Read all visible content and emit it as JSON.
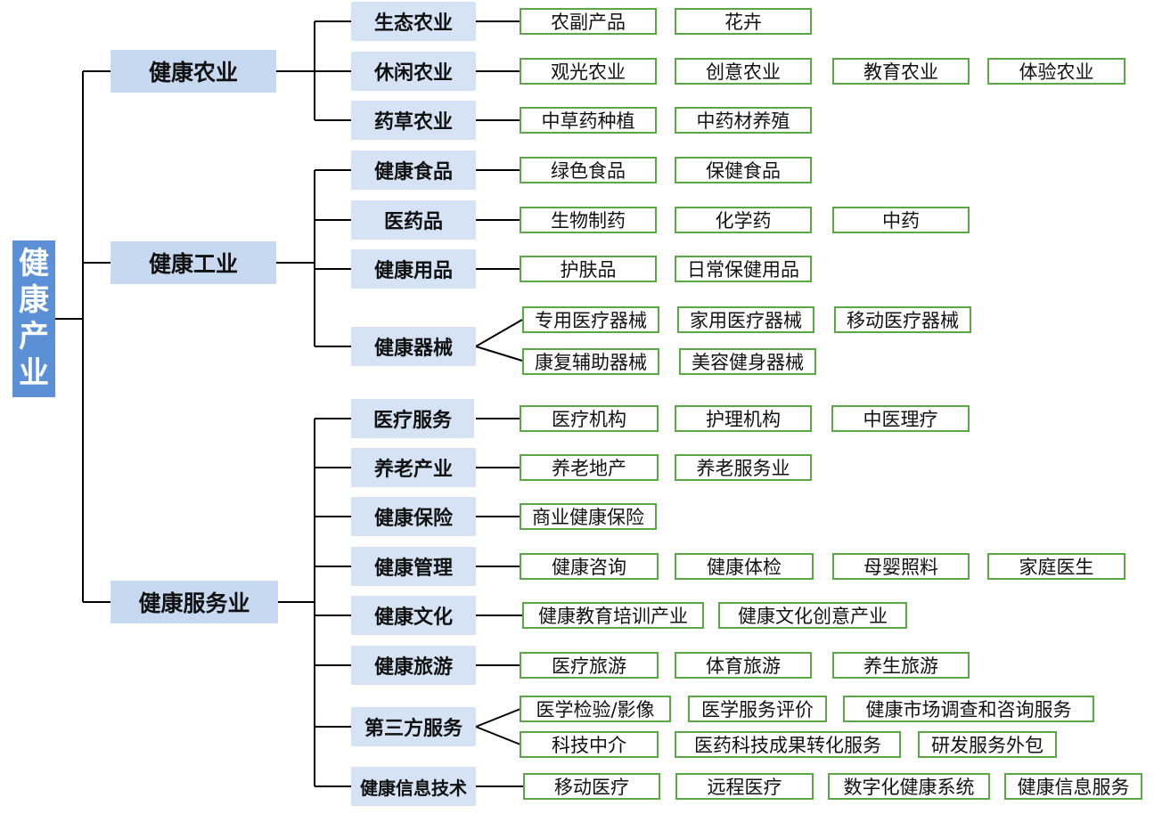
{
  "root": "健康产业",
  "branches": [
    {
      "label": "健康农业",
      "children": [
        {
          "label": "生态农业",
          "items": [
            "农副产品",
            "花卉"
          ]
        },
        {
          "label": "休闲农业",
          "items": [
            "观光农业",
            "创意农业",
            "教育农业",
            "体验农业"
          ]
        },
        {
          "label": "药草农业",
          "items": [
            "中草药种植",
            "中药材养殖"
          ]
        }
      ]
    },
    {
      "label": "健康工业",
      "children": [
        {
          "label": "健康食品",
          "items": [
            "绿色食品",
            "保健食品"
          ]
        },
        {
          "label": "医药品",
          "items": [
            "生物制药",
            "化学药",
            "中药"
          ]
        },
        {
          "label": "健康用品",
          "items": [
            "护肤品",
            "日常保健用品"
          ]
        },
        {
          "label": "健康器械",
          "items": [
            "专用医疗器械",
            "家用医疗器械",
            "移动医疗器械",
            "康复辅助器械",
            "美容健身器械"
          ]
        }
      ]
    },
    {
      "label": "健康服务业",
      "children": [
        {
          "label": "医疗服务",
          "items": [
            "医疗机构",
            "护理机构",
            "中医理疗"
          ]
        },
        {
          "label": "养老产业",
          "items": [
            "养老地产",
            "养老服务业"
          ]
        },
        {
          "label": "健康保险",
          "items": [
            "商业健康保险"
          ]
        },
        {
          "label": "健康管理",
          "items": [
            "健康咨询",
            "健康体检",
            "母婴照料",
            "家庭医生"
          ]
        },
        {
          "label": "健康文化",
          "items": [
            "健康教育培训产业",
            "健康文化创意产业"
          ]
        },
        {
          "label": "健康旅游",
          "items": [
            "医疗旅游",
            "体育旅游",
            "养生旅游"
          ]
        },
        {
          "label": "第三方服务",
          "items": [
            "医学检验/影像",
            "医学服务评价",
            "健康市场调查和咨询服务",
            "科技中介",
            "医药科技成果转化服务",
            "研发服务外包"
          ]
        },
        {
          "label": "健康信息技术",
          "items": [
            "移动医疗",
            "远程医疗",
            "数字化健康系统",
            "健康信息服务"
          ]
        }
      ]
    }
  ]
}
